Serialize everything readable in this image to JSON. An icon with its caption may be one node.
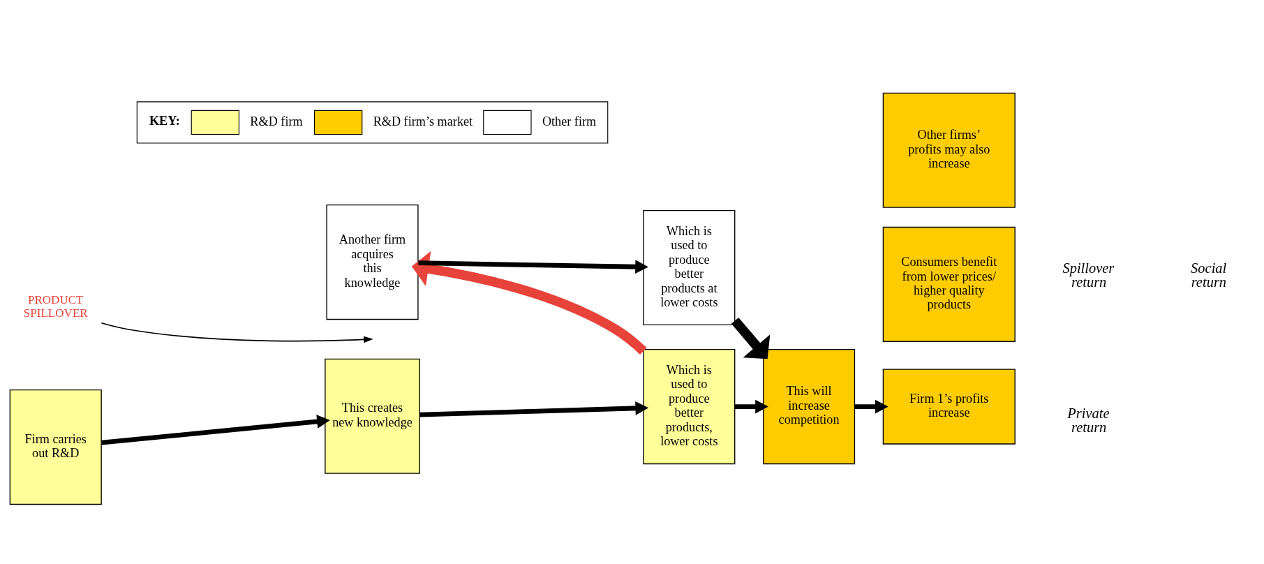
{
  "diagram": {
    "nodes": [
      {
        "text": [
          "Firm carries out R&D"
        ]
      },
      {
        "text": [
          "This creates new knowledge"
        ]
      },
      {
        "text": [
          "Which is used to produce better products, lower costs"
        ]
      },
      {
        "text": [
          "This will increase competition"
        ]
      },
      {
        "text": [
          "Firm 1’s profits increase"
        ]
      },
      {
        "text": [
          "Consumers benefit from lower prices/ higher quality products"
        ]
      },
      {
        "text": [
          "Other firms’ profits may also increase"
        ]
      },
      {
        "text": [
          "Another firm acquires this knowledge"
        ]
      },
      {
        "text": [
          "Which is used to produce better products at lower costs"
        ]
      },
      {
        "text": [
          "PRODUCT SPILLOVER"
        ]
      }
    ],
    "edges": [
      {
        "from": 0,
        "to": 1,
        "arrow": "to"
      },
      {
        "from": 1,
        "to": 2,
        "arrow": "to"
      },
      {
        "from": 2,
        "to": 3,
        "arrow": "to"
      },
      {
        "from": 3,
        "to": 4,
        "arrow": "to"
      },
      {
        "from": 2,
        "to": 7,
        "arrow": "to",
        "style": "thick",
        "color": "#e8433a"
      },
      {
        "from": 7,
        "to": 8,
        "arrow": "to"
      },
      {
        "from": 8,
        "to": 3,
        "arrow": "to",
        "style": "thick"
      },
      {
        "from": 9,
        "to": null,
        "arrow": "to"
      }
    ],
    "labels": [
      "Private return",
      "Spillover return",
      "Social return",
      "KEY:"
    ],
    "legend": [
      {
        "text": "R&D firm",
        "color": "#ffff99"
      },
      {
        "text": "R&D firm’s market",
        "color": "#ffcc00"
      },
      {
        "text": "Other firm",
        "color": "#ffffff"
      }
    ]
  }
}
